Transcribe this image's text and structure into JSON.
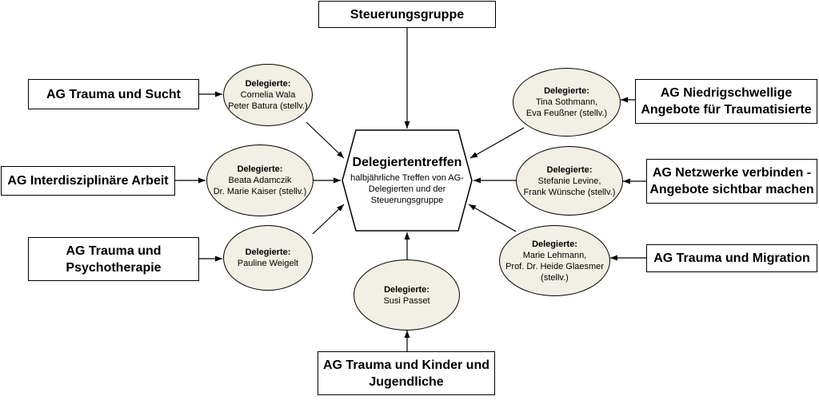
{
  "center": {
    "title": "Delegiertentreffen",
    "desc": "halbjährliche Treffen von AG-\nDelegierten und der\nSteuerungsgruppe"
  },
  "steering": {
    "label": "Steuerungsgruppe"
  },
  "groups": {
    "sucht": "AG Trauma und Sucht",
    "interdisziplinaer": "AG Interdisziplinäre Arbeit",
    "psychotherapie": "AG Trauma und\nPsychotherapie",
    "kinder": "AG Trauma und Kinder und\nJugendliche",
    "niedrigschwellig": "AG Niedrigschwellige\nAngebote für Traumatisierte",
    "netzwerke": "AG Netzwerke verbinden -\nAngebote sichtbar machen",
    "migration": "AG Trauma und Migration"
  },
  "delegates": {
    "heading": "Delegierte:",
    "sucht": "Cornelia Wala\nPeter Batura (stellv.)",
    "interdisziplinaer": "Beata Adamczik\nDr. Marie Kaiser (stellv.)",
    "psychotherapie": "Pauline Weigelt",
    "kinder": "Susi Passet",
    "niedrigschwellig": "Tina Sothmann,\nEva Feußner (stellv.)",
    "netzwerke": "Stefanie Levine,\nFrank Wünsche (stellv.)",
    "migration": "Marie Lehmann,\nProf. Dr. Heide Glaesmer\n(stellv.)"
  }
}
